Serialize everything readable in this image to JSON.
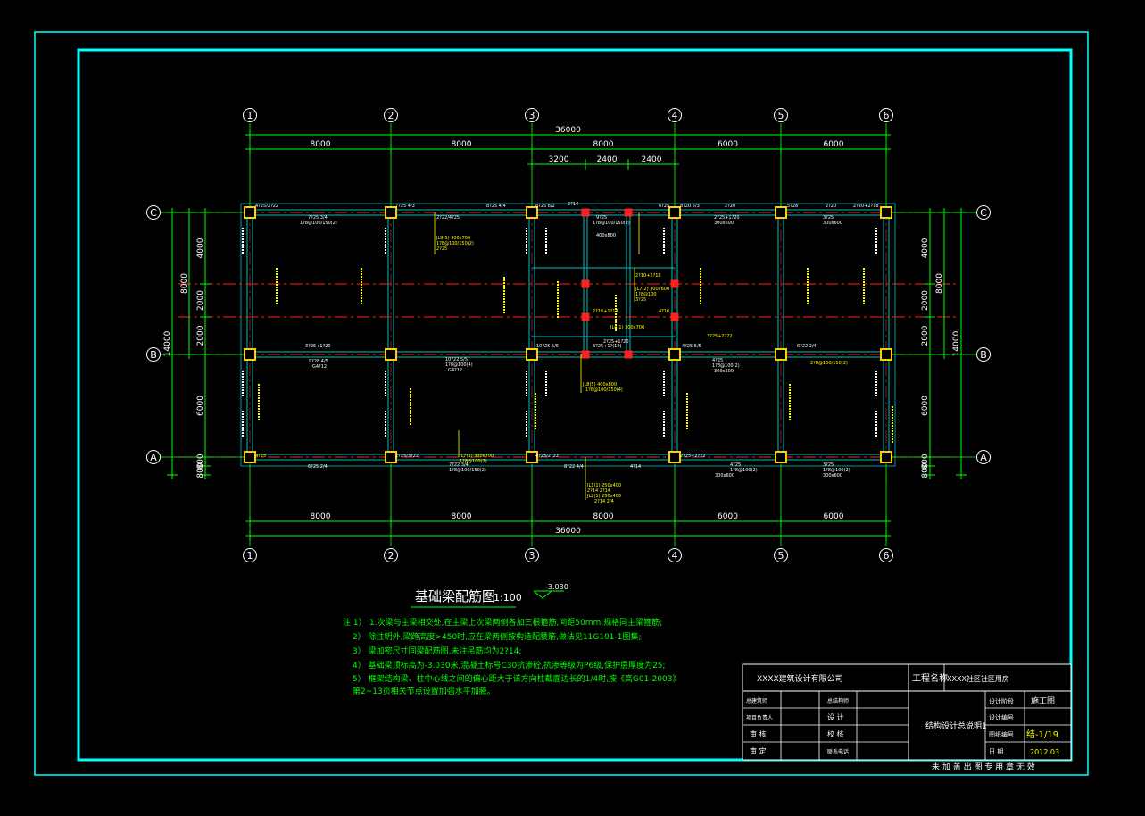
{
  "colors": {
    "background": "#000000",
    "frame": "#00ffff",
    "dimension": "#00ff00",
    "beam": "#00c0c0",
    "axis": "#ff2020",
    "column": "#ffd000",
    "annotation": "#ffff00",
    "text": "#ffffff",
    "notes": "#00ff00"
  },
  "grid": {
    "vertical_axes": [
      "1",
      "2",
      "3",
      "4",
      "5",
      "6"
    ],
    "horizontal_axes": [
      "C",
      "B",
      "A"
    ]
  },
  "dimensions": {
    "top_total": "36000",
    "top_spans": [
      "8000",
      "8000",
      "8000",
      "6000",
      "6000"
    ],
    "top_sub": [
      "3200",
      "2400",
      "2400"
    ],
    "bottom_total": "36000",
    "bottom_spans": [
      "8000",
      "8000",
      "8000",
      "6000",
      "6000"
    ],
    "left_total": "14000",
    "left_8000": "8000",
    "left_spans": [
      "4000",
      "2000",
      "2000",
      "6000",
      "800",
      "800"
    ],
    "right_total": "14000",
    "right_8000": "8000",
    "right_spans": [
      "4000",
      "2000",
      "2000",
      "6000",
      "800",
      "800"
    ]
  },
  "beam_labels": [
    "4?25/2?22",
    "7?25 4/3",
    "8?25 4/4",
    "8?25 6/2",
    "2?14",
    "6?25",
    "8?20 5/3",
    "2?20",
    "5?28",
    "2?20",
    "2?20+2?18",
    "7?25 3/4",
    "1?8@100/150(2)",
    "2?22/4?25",
    "9?25",
    "1?8@100/150(2)",
    "400x800",
    "2?25+1?20",
    "300x600",
    "3?25",
    "300x600",
    "JL9(5) 300x700",
    "1?8@100/150(2)",
    "2?25",
    "2?10+2?18",
    "JL7(2) 300x600",
    "1?8@100",
    "3?25",
    "3?25+2?22",
    "2?16+1?14",
    "4?16",
    "JL4(1) 300x700",
    "2?25+1?20",
    "3?25+1?20",
    "9?28 4/5",
    "G4?12",
    "10?22 5/5",
    "1?8@100(4)",
    "G4?12",
    "10?25 5/5",
    "3?25+1?(12)",
    "4?25 5/5",
    "4?25",
    "1?8@100(2)",
    "300x600",
    "6?22 2/4",
    "2?8@100/150(2)",
    "JL8(5) 400x800",
    "1?8@100/150(4)",
    "JL7(5) 300x700",
    "1?8@100(2)",
    "4?25",
    "2?25/3?22",
    "4?25/2?22",
    "2?25+2?22",
    "6?25 2/4",
    "7?22 3/4",
    "1?8@100/150(2)",
    "8?22 4/4",
    "4?14",
    "4?25",
    "1?8@100(2)",
    "3?25",
    "1?8@100(2)",
    "300x600",
    "300x600",
    "JL1(1) 250x400",
    "2?14 2?14",
    "JL2(1) 250x400",
    "2?14 2/4"
  ],
  "title": {
    "main": "基础梁配筋图",
    "scale": "1:100",
    "elevation": "-3.030"
  },
  "notes": {
    "prefix": "注 1）",
    "lines": [
      "1.次梁与主梁相交处,在主梁上次梁两侧各加三根箍筋,间距50mm,规格同主梁箍筋;",
      "2）  除注明外,梁跨高度>450时,应在梁两侧按构造配腰筋,做法见11G101-1图集;",
      "3）  梁加密尺寸同梁配筋图,未注吊筋均为2?14;",
      "4）  基础梁顶标高为-3.030米,混凝土标号C30抗渗砼,抗渗等级为P6级,保护层厚度为25;",
      "5）  框架结构梁、柱中心线之间的偏心距大于该方向柱截面边长的1/4时,按《高G01-2003》",
      "     第2~13页相关节点设置加强水平加腋。"
    ]
  },
  "titleblock": {
    "company": "XXXX建筑设计有限公司",
    "project_label": "工程名称",
    "project_value": "XXXX社区社区用房",
    "left_rows": [
      [
        "总建筑师",
        "总结构师"
      ],
      [
        "项目负责人",
        "设    计"
      ],
      [
        "审    核",
        "校    核"
      ],
      [
        "审    定",
        "联系电话"
      ]
    ],
    "drawing_name": "结构设计总说明1",
    "right_labels": [
      "设计阶段",
      "设计编号",
      "图纸编号",
      "日    期"
    ],
    "right_values": [
      "施工图",
      "",
      "结-1/19",
      "2012.03"
    ],
    "stamp_note": "未 加 盖 出 图 专 用 章 无 效"
  }
}
